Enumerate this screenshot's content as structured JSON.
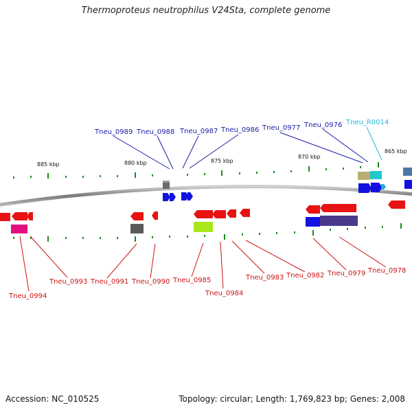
{
  "title": "Thermoproteus neutrophilus V24Sta, complete genome",
  "footer": {
    "accession": "Accession: NC_010525",
    "summary": "Topology: circular; Length: 1,769,823 bp; Genes: 2,008"
  },
  "colors": {
    "top_label": "#1a1aa8",
    "rna_label": "#22b8d8",
    "bottom_label": "#cc1111",
    "tick": "#1a8a1a",
    "backbone": "#8a8a8a"
  },
  "scale_labels": [
    "885 kbp",
    "880 kbp",
    "875 kbp",
    "870 kbp",
    "865 kbp"
  ],
  "top_labels": [
    "Tneu_0989",
    "Tneu_0988",
    "Tneu_0987",
    "Tneu_0986",
    "Tneu_0977",
    "Tneu_0976",
    "Tneu_R0014"
  ],
  "bottom_labels": [
    "Tneu_0994",
    "Tneu_0993",
    "Tneu_0991",
    "Tneu_0990",
    "Tneu_0985",
    "Tneu_0984",
    "Tneu_0983",
    "Tneu_0982",
    "Tneu_0979",
    "Tneu_0978"
  ]
}
